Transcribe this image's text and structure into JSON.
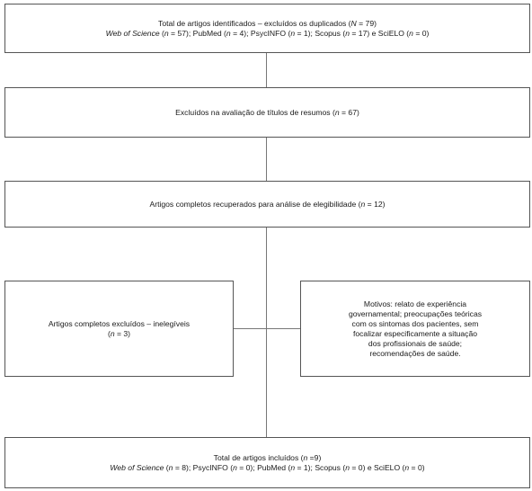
{
  "flowchart": {
    "identified": {
      "line1_prefix": "Total de artigos identificados – excluídos os duplicados (",
      "line1_var": "N",
      "line1_suffix": " = 79)",
      "line2": [
        {
          "text": "Web of Science",
          "italic": true
        },
        {
          "text": " (",
          "italic": false
        },
        {
          "text": "n",
          "italic": true
        },
        {
          "text": " = 57); PubMed (",
          "italic": false
        },
        {
          "text": "n",
          "italic": true
        },
        {
          "text": " = 4); PsycINFO (",
          "italic": false
        },
        {
          "text": "n",
          "italic": true
        },
        {
          "text": " = 1); Scopus (",
          "italic": false
        },
        {
          "text": "n",
          "italic": true
        },
        {
          "text": " = 17) e SciELO (",
          "italic": false
        },
        {
          "text": "n",
          "italic": true
        },
        {
          "text": " = 0)",
          "italic": false
        }
      ]
    },
    "excluded_titles": {
      "prefix": "Excluídos na avaliação de títulos de resumos (",
      "var": "n",
      "suffix": " = 67)"
    },
    "full_retrieved": {
      "prefix": "Artigos completos recuperados para análise de elegibilidade (",
      "var": "n",
      "suffix": " = 12)"
    },
    "ineligible": {
      "line1": "Artigos completos excluídos – inelegíveis",
      "line2_prefix": "(",
      "line2_var": "n",
      "line2_suffix": " = 3)"
    },
    "reasons": {
      "lines": [
        "Motivos: relato de experiência",
        "governamental; preocupações teóricas",
        "com os sintomas dos pacientes, sem",
        "focalizar especificamente a situação",
        "dos profissionais de saúde;",
        "recomendações de saúde."
      ]
    },
    "included": {
      "line1_prefix": "Total de artigos incluídos (",
      "line1_var": "n",
      "line1_suffix": " =9)",
      "line2": [
        {
          "text": "Web of Science",
          "italic": true
        },
        {
          "text": " (",
          "italic": false
        },
        {
          "text": "n",
          "italic": true
        },
        {
          "text": " = 8); PsycINFO (",
          "italic": false
        },
        {
          "text": "n",
          "italic": true
        },
        {
          "text": " = 0); PubMed (",
          "italic": false
        },
        {
          "text": "n",
          "italic": true
        },
        {
          "text": " = 1); Scopus (",
          "italic": false
        },
        {
          "text": "n",
          "italic": true
        },
        {
          "text": " = 0) e SciELO (",
          "italic": false
        },
        {
          "text": "n",
          "italic": true
        },
        {
          "text": " = 0)",
          "italic": false
        }
      ]
    }
  }
}
